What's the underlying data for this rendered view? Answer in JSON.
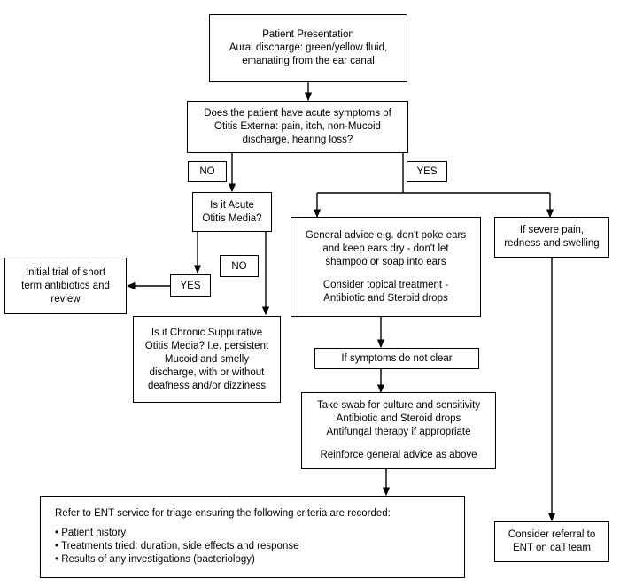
{
  "diagram": {
    "title": "Aural discharge management flowchart",
    "line_color": "#000000",
    "box_fill": "#ffffff"
  },
  "nodes": {
    "patient_presentation": {
      "heading": "Patient Presentation",
      "body": "Aural discharge: green/yellow fluid,\nemanating from the ear canal"
    },
    "acute_symptoms_question": {
      "body": "Does the patient have acute symptoms of\nOtitis Externa: pain, itch, non-Mucoid\ndischarge, hearing loss?"
    },
    "acute_otitis_media_question": {
      "body": "Is it Acute\nOtitis Media?"
    },
    "general_advice": {
      "body": "General advice e.g. don't poke ears\nand keep ears dry - don't let\nshampoo or soap into ears",
      "body2": "Consider topical treatment -\nAntibiotic and Steroid drops"
    },
    "severe_pain": {
      "body": "If severe pain,\nredness and swelling"
    },
    "initial_trial": {
      "body": "Initial trial of short\nterm antibiotics and\nreview"
    },
    "chronic_suppurative_question": {
      "body": "Is it Chronic Suppurative\nOtitis Media? I.e. persistent\nMucoid and smelly\ndischarge, with or without\ndeafness and/or dizziness"
    },
    "symptoms_not_clear": {
      "body": "If symptoms do not clear"
    },
    "swab_treatment": {
      "body": "Take swab for culture and sensitivity\nAntibiotic and Steroid drops\nAntifungal therapy if appropriate",
      "body2": "Reinforce general advice as above"
    },
    "ent_referral": {
      "heading": "Refer to ENT service for triage ensuring the following criteria are recorded:",
      "bullets": [
        "• Patient history",
        "• Treatments tried: duration, side effects and response",
        "• Results of any investigations (bacteriology)"
      ]
    },
    "ent_on_call": {
      "body": "Consider referral to\nENT on call team"
    }
  },
  "edge_labels": {
    "no_top": "NO",
    "yes_top": "YES",
    "yes_aom": "YES",
    "no_aom": "NO"
  }
}
